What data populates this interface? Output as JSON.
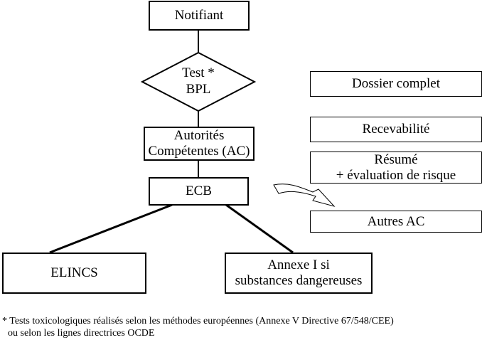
{
  "flow": {
    "notifiant": "Notifiant",
    "test_line1": "Test *",
    "test_line2": "BPL",
    "ac_line1": "Autorités",
    "ac_line2": "Compétentes (AC)",
    "ecb": "ECB",
    "elincs": "ELINCS",
    "annexe_line1": "Annexe I si",
    "annexe_line2": "substances dangereuses"
  },
  "steps": {
    "dossier": "Dossier complet",
    "recevabilite": "Recevabilité",
    "resume_line1": "Résumé",
    "resume_line2": "+ évaluation de risque",
    "autres_ac": "Autres AC"
  },
  "footnote": {
    "line1": "* Tests toxicologiques réalisés selon les méthodes européennes (Annexe V  Directive 67/548/CEE)",
    "line2": "ou selon les lignes directrices OCDE"
  }
}
